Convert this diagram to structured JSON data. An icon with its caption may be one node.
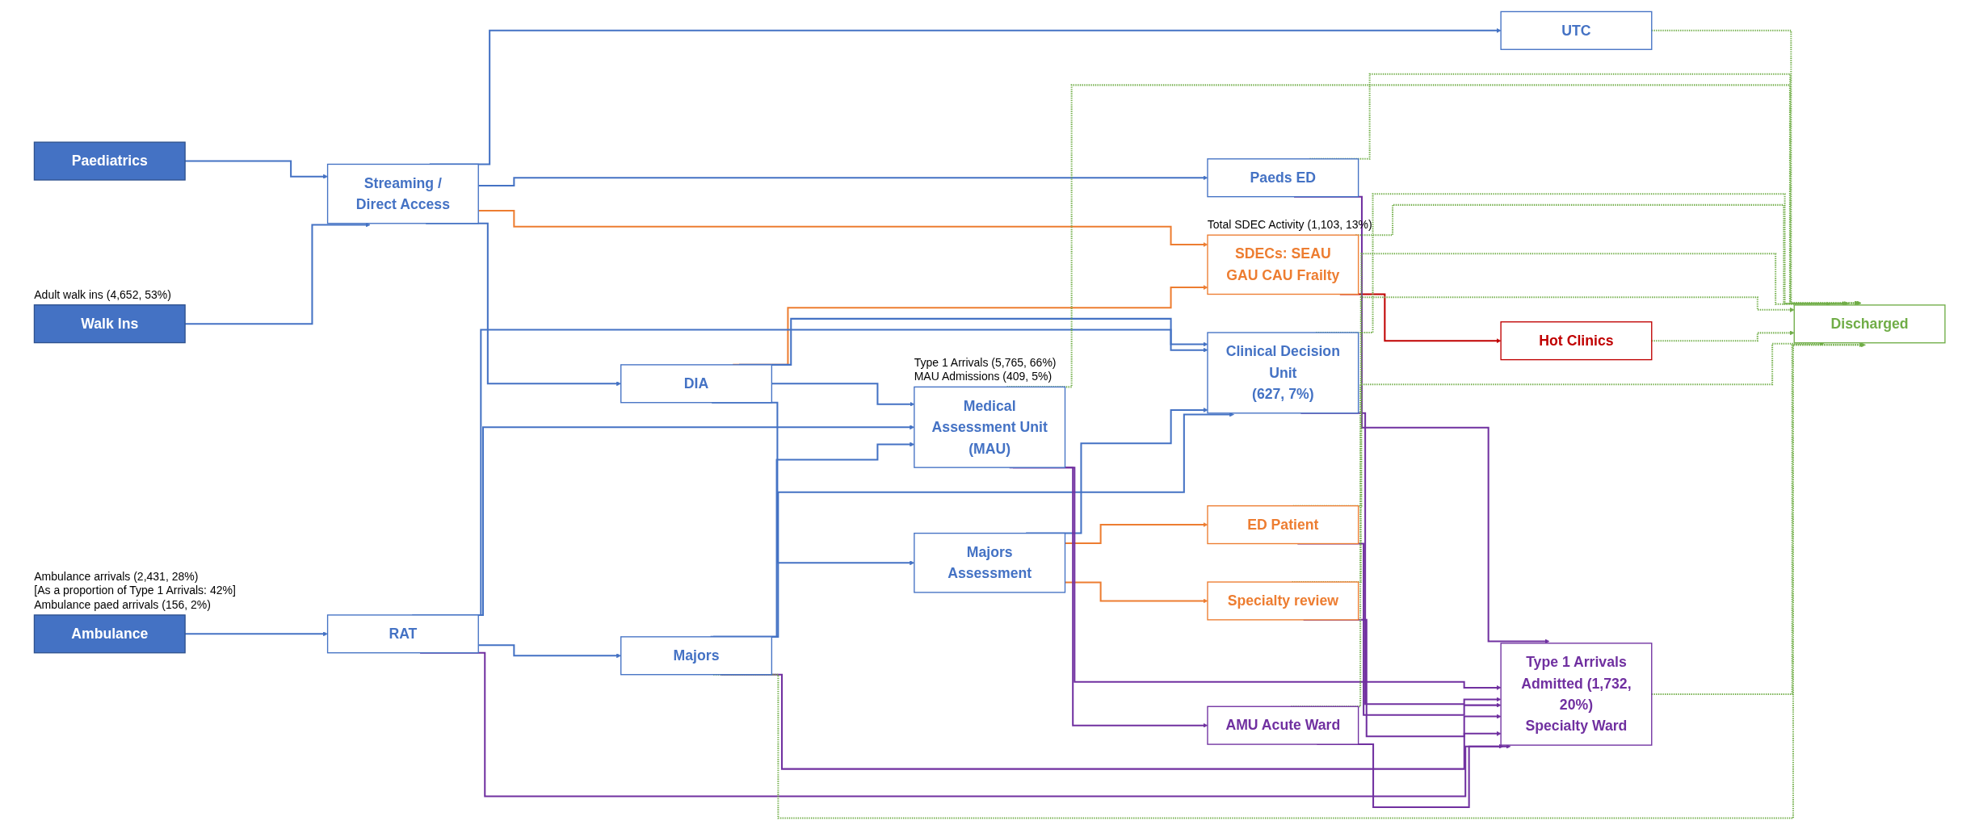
{
  "diagram": {
    "nodes": [
      {
        "text": [
          "Paediatrics"
        ]
      },
      {
        "text": [
          "Walk Ins"
        ],
        "beside": [
          "Adult walk ins (4,652, 53%)"
        ]
      },
      {
        "text": [
          "Ambulance"
        ],
        "beside": [
          "Ambulance arrivals (2,431, 28%)",
          "[As a proportion of Type 1 Arrivals: 42%]",
          "Ambulance paed arrivals (156, 2%)"
        ]
      },
      {
        "text": [
          "Streaming / Direct Access"
        ]
      },
      {
        "text": [
          "DIA"
        ]
      },
      {
        "text": [
          "RAT"
        ]
      },
      {
        "text": [
          "UTC"
        ]
      },
      {
        "text": [
          "Paeds ED"
        ]
      },
      {
        "text": [
          "Medical Assessment Unit (MAU)"
        ],
        "beside": [
          "Type 1 Arrivals (5,765, 66%)",
          "MAU Admissions (409, 5%)"
        ]
      },
      {
        "text": [
          "Clinical Decision Unit",
          "(627, 7%)"
        ]
      },
      {
        "text": [
          "Majors Assessment"
        ]
      },
      {
        "text": [
          "Majors"
        ]
      },
      {
        "text": [
          "SDECs: SEAU GAU CAU Frailty"
        ],
        "beside": [
          "Total SDEC Activity (1,103, 13%)"
        ]
      },
      {
        "text": [
          "ED Patient"
        ]
      },
      {
        "text": [
          "Specialty review"
        ]
      },
      {
        "text": [
          "Hot Clinics"
        ]
      },
      {
        "text": [
          "AMU Acute Ward"
        ]
      },
      {
        "text": [
          "Type 1 Arrivals Admitted (1,732, 20%)",
          "Specialty Ward"
        ]
      },
      {
        "text": [
          "Discharged"
        ]
      }
    ],
    "edges": [
      {
        "from": 0,
        "to": 3,
        "arrow": "to"
      },
      {
        "from": 1,
        "to": 3,
        "arrow": "to"
      },
      {
        "from": 2,
        "to": 5,
        "arrow": "to"
      },
      {
        "from": 3,
        "to": 4,
        "arrow": "to"
      },
      {
        "from": 3,
        "to": 6,
        "arrow": "to"
      },
      {
        "from": 3,
        "to": 7,
        "arrow": "to"
      },
      {
        "from": 3,
        "to": 12,
        "arrow": "to",
        "color": "#ed7d31"
      },
      {
        "from": 4,
        "to": 12,
        "arrow": "to",
        "color": "#ed7d31"
      },
      {
        "from": 4,
        "to": 8,
        "arrow": "to"
      },
      {
        "from": 4,
        "to": 9,
        "arrow": "to"
      },
      {
        "from": 4,
        "to": 10,
        "arrow": "to"
      },
      {
        "from": 5,
        "to": 8,
        "arrow": "to"
      },
      {
        "from": 5,
        "to": 9,
        "arrow": "to"
      },
      {
        "from": 5,
        "to": 11,
        "arrow": "to"
      },
      {
        "from": 10,
        "to": 9,
        "arrow": "to"
      },
      {
        "from": 11,
        "to": 9,
        "arrow": "to"
      },
      {
        "from": 11,
        "to": 8,
        "arrow": "to"
      },
      {
        "from": 10,
        "to": 13,
        "arrow": "to",
        "color": "#ed7d31"
      },
      {
        "from": 10,
        "to": 14,
        "arrow": "to",
        "color": "#ed7d31"
      },
      {
        "from": 12,
        "to": 15,
        "arrow": "to",
        "color": "#c00000"
      },
      {
        "from": 7,
        "to": 17,
        "arrow": "to",
        "color": "#7030a0"
      },
      {
        "from": 8,
        "to": 16,
        "arrow": "to",
        "color": "#7030a0"
      },
      {
        "from": 8,
        "to": 17,
        "arrow": "to",
        "color": "#7030a0"
      },
      {
        "from": 9,
        "to": 17,
        "arrow": "to",
        "color": "#7030a0"
      },
      {
        "from": 13,
        "to": 17,
        "arrow": "to",
        "color": "#7030a0"
      },
      {
        "from": 14,
        "to": 17,
        "arrow": "to",
        "color": "#7030a0"
      },
      {
        "from": 11,
        "to": 17,
        "arrow": "to",
        "color": "#7030a0"
      },
      {
        "from": 5,
        "to": 17,
        "arrow": "to",
        "color": "#7030a0"
      },
      {
        "from": 16,
        "to": 17,
        "arrow": "to",
        "color": "#7030a0"
      },
      {
        "from": 6,
        "to": 18,
        "arrow": "to",
        "style": "dashed",
        "color": "#70ad47"
      },
      {
        "from": 7,
        "to": 18,
        "arrow": "to",
        "style": "dashed",
        "color": "#70ad47"
      },
      {
        "from": 8,
        "to": 18,
        "arrow": "to",
        "style": "dashed",
        "color": "#70ad47"
      },
      {
        "from": 9,
        "to": 18,
        "arrow": "to",
        "style": "dashed",
        "color": "#70ad47"
      },
      {
        "from": 12,
        "to": 18,
        "arrow": "to",
        "style": "dashed",
        "color": "#70ad47"
      },
      {
        "from": 13,
        "to": 18,
        "arrow": "to",
        "style": "dashed",
        "color": "#70ad47"
      },
      {
        "from": 14,
        "to": 18,
        "arrow": "to",
        "style": "dashed",
        "color": "#70ad47"
      },
      {
        "from": 15,
        "to": 18,
        "arrow": "to",
        "style": "dashed",
        "color": "#70ad47"
      },
      {
        "from": 16,
        "to": 18,
        "arrow": "to",
        "style": "dashed",
        "color": "#70ad47"
      },
      {
        "from": 17,
        "to": 18,
        "arrow": "to",
        "style": "dashed",
        "color": "#70ad47"
      },
      {
        "from": 11,
        "to": 18,
        "arrow": "to",
        "style": "dashed",
        "color": "#70ad47"
      }
    ]
  }
}
